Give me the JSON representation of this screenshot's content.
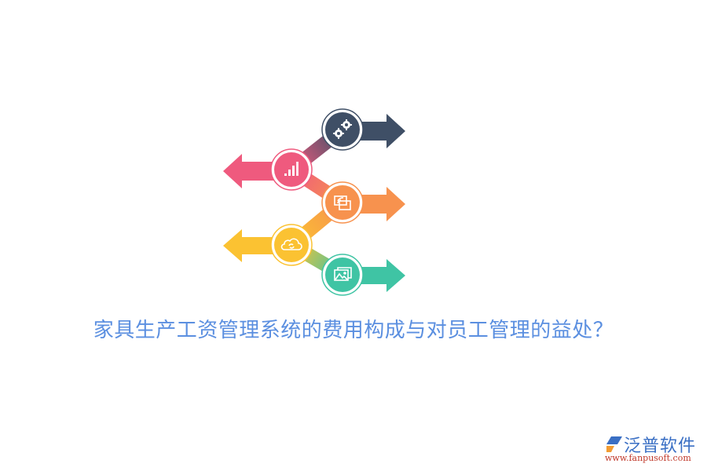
{
  "title": "家具生产工资管理系统的费用构成与对员工管理的益处？",
  "diagram": {
    "type": "zigzag-arrow-infographic",
    "steps": [
      {
        "icon": "gears-icon",
        "direction": "right",
        "color": "#3f4f66"
      },
      {
        "icon": "bar-chart-icon",
        "direction": "left",
        "color": "#ef5a7e"
      },
      {
        "icon": "wireless-screen-icon",
        "direction": "right",
        "color": "#f7924e"
      },
      {
        "icon": "cloud-sync-icon",
        "direction": "left",
        "color": "#fbc232"
      },
      {
        "icon": "image-gallery-icon",
        "direction": "right",
        "color": "#3fc4a4"
      }
    ]
  },
  "logo": {
    "name": "泛普软件",
    "url": "www.fanpusoft.com"
  },
  "colors": {
    "title": "#5b8fe0",
    "logo_text": "#3a6fc4",
    "logo_url": "#c0392b"
  }
}
